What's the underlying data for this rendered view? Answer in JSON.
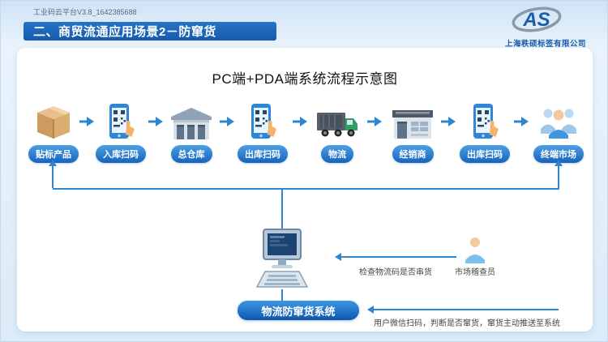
{
  "header": {
    "platform": "工业码云平台V3.8_1642385688",
    "section_title": "二、商贸流通应用场景2－防窜货",
    "logo": "AS",
    "company": "上海秩硕标签有限公司"
  },
  "diagram": {
    "title": "PC端+PDA端系统流程示意图",
    "nodes": [
      {
        "label": "贴标产品",
        "icon": "box-icon"
      },
      {
        "label": "入库扫码",
        "icon": "qr-scan-phone-icon"
      },
      {
        "label": "总仓库",
        "icon": "warehouse-icon"
      },
      {
        "label": "出库扫码",
        "icon": "qr-scan-phone-icon"
      },
      {
        "label": "物流",
        "icon": "truck-icon"
      },
      {
        "label": "经销商",
        "icon": "store-icon"
      },
      {
        "label": "出库扫码",
        "icon": "qr-scan-phone-icon"
      },
      {
        "label": "终端市场",
        "icon": "people-icon"
      }
    ],
    "check_note": "检查物流码是否串货",
    "inspector_label": "市场稽查员",
    "system_label": "物流防窜货系统",
    "bottom_note": "用户微信扫码，判断是否窜货，窜货主动推送至系统"
  },
  "colors": {
    "accent_blue": "#1663bd",
    "line_blue": "#2f86d0",
    "bar_blue": "#155aab"
  }
}
